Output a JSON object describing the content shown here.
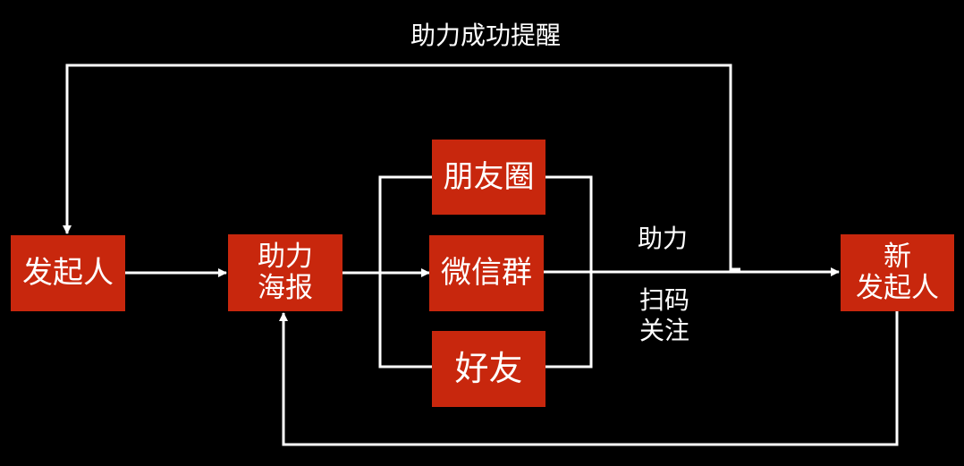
{
  "colors": {
    "background": "#000000",
    "node_fill": "#c8270d",
    "line": "#ffffff",
    "text": "#ffffff"
  },
  "nodes": {
    "initiator": "发起人",
    "poster": {
      "line1": "助力",
      "line2": "海报"
    },
    "moments": "朋友圈",
    "wechat_group": "微信群",
    "friends": "好友",
    "new_initiator": {
      "line1": "新",
      "line2": "发起人"
    }
  },
  "labels": {
    "success_reminder": "助力成功提醒",
    "assist": "助力",
    "scan_follow": {
      "line1": "扫码",
      "line2": "关注"
    }
  }
}
